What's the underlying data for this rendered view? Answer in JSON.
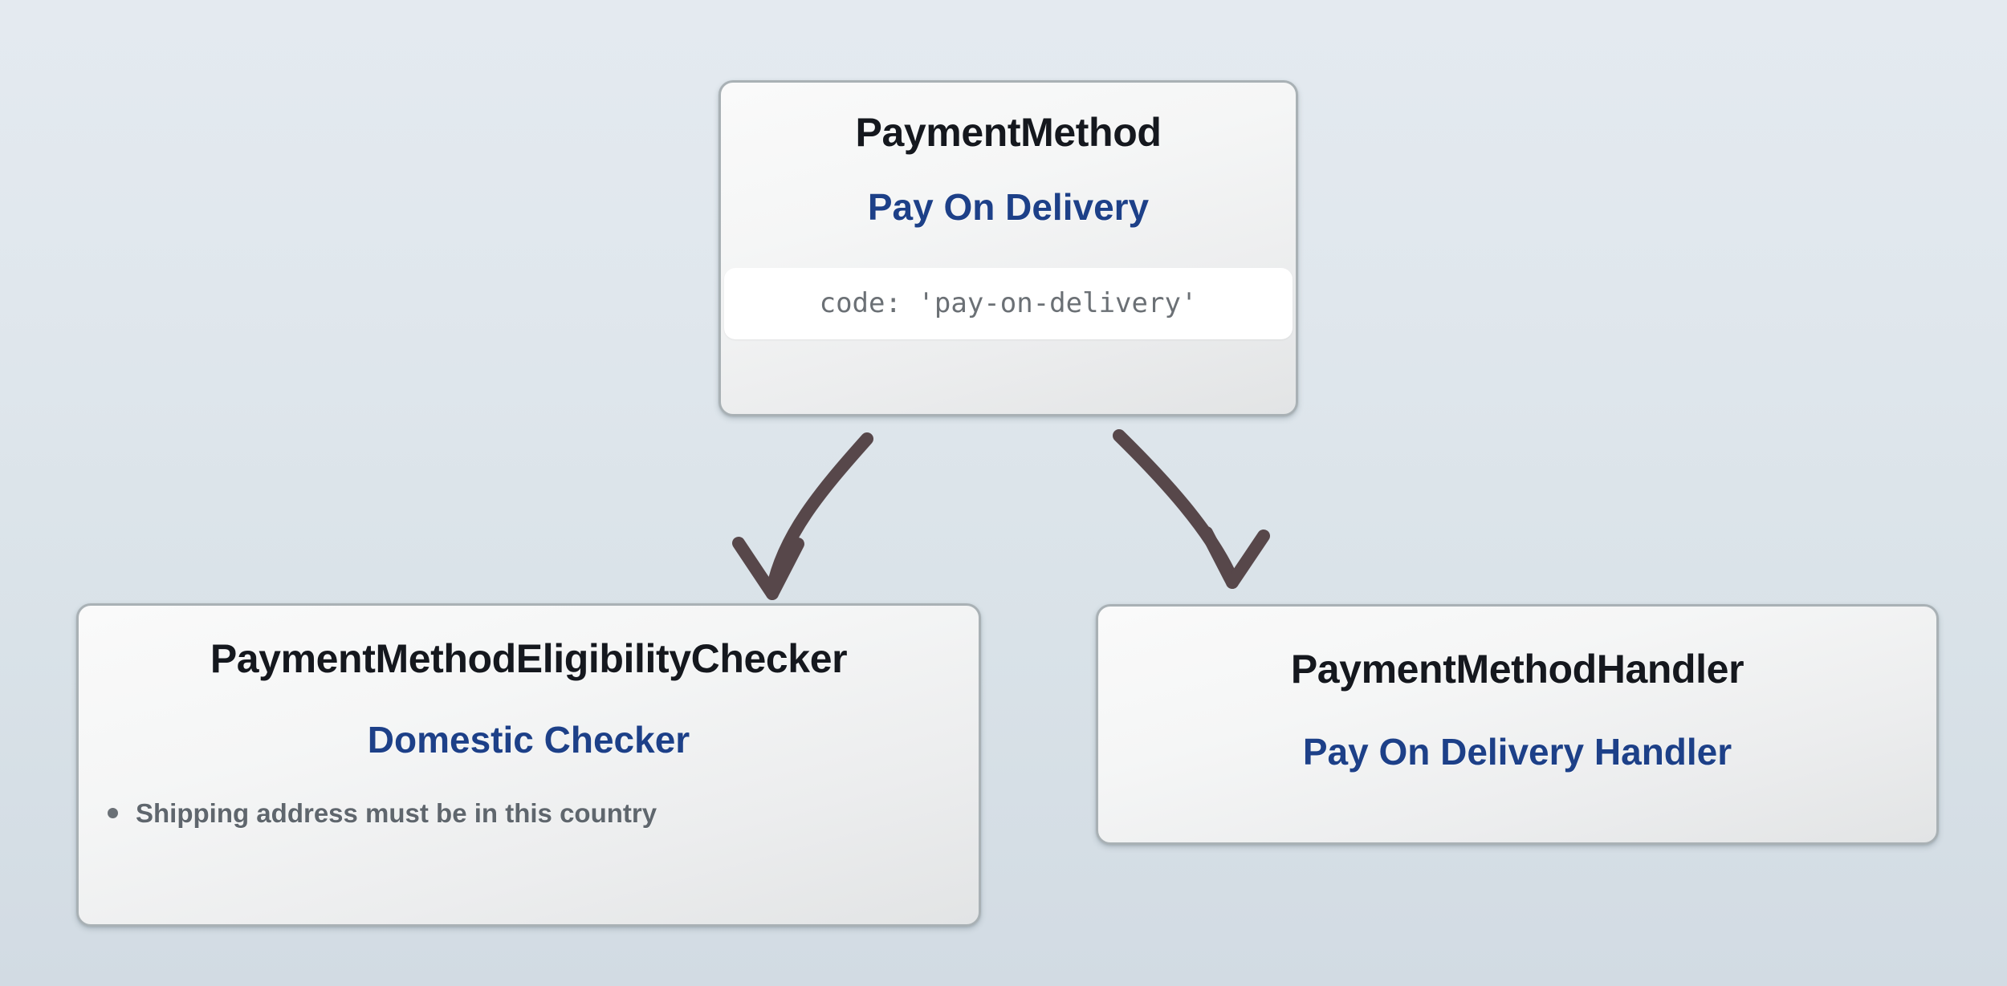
{
  "diagram": {
    "type": "class-relationship-diagram",
    "background_top_color": "#e4eaf0",
    "background_bottom_color": "#d2dbe3",
    "accent_blue": "#1d4088",
    "title_color": "#15181e",
    "muted_text_color": "#5f666d",
    "box_border_color": "#a9b1b5",
    "arrow_color": "#57474a"
  },
  "nodes": {
    "payment_method": {
      "class_name": "PaymentMethod",
      "display_name": "Pay On Delivery",
      "code": "code: 'pay-on-delivery'"
    },
    "eligibility_checker": {
      "class_name": "PaymentMethodEligibilityChecker",
      "display_name": "Domestic Checker",
      "bullets": [
        "Shipping address must be in this country"
      ]
    },
    "payment_handler": {
      "class_name": "PaymentMethodHandler",
      "display_name": "Pay On Delivery Handler"
    }
  },
  "edges": [
    {
      "name": "payment-method-to-eligibility-checker",
      "from": "payment_method",
      "to": "eligibility_checker",
      "style": "curved-arrow"
    },
    {
      "name": "payment-method-to-payment-handler",
      "from": "payment_method",
      "to": "payment_handler",
      "style": "curved-arrow"
    }
  ]
}
